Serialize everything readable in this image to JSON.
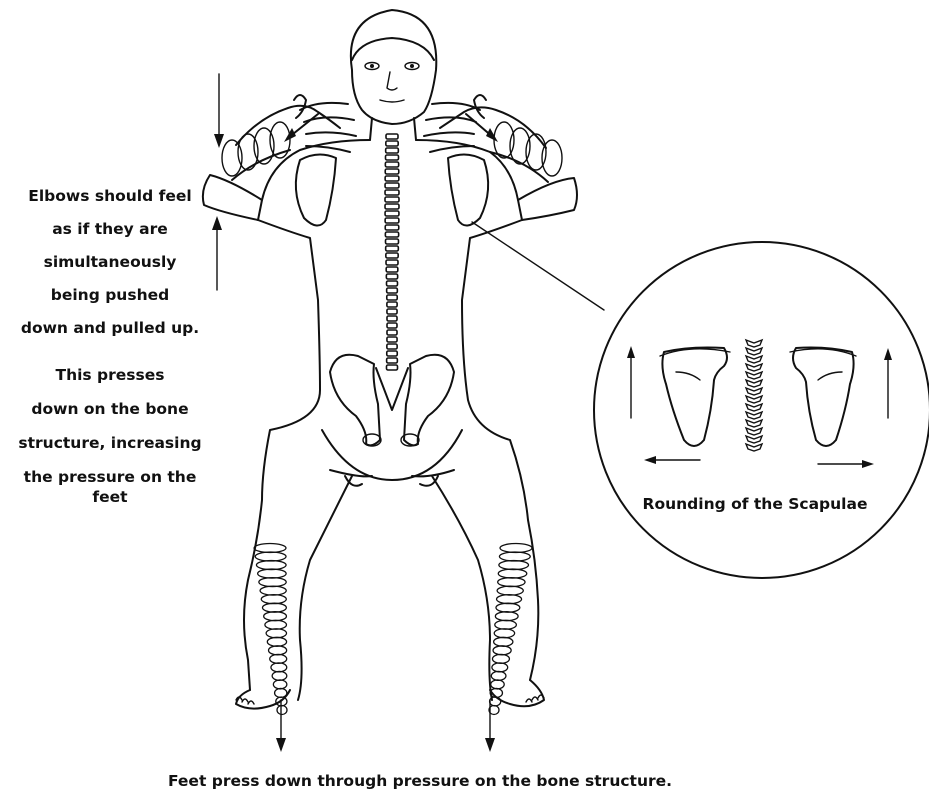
{
  "left_caption_1": [
    "Elbows should feel",
    "as if they are",
    "simultaneously",
    "being pushed",
    "down and pulled up."
  ],
  "left_caption_2": [
    "This presses",
    "down on the bone",
    "structure, increasing",
    "the pressure on the feet"
  ],
  "inset_caption": "Rounding of the Scapulae",
  "bottom_caption": "Feet press down through pressure on the bone structure."
}
